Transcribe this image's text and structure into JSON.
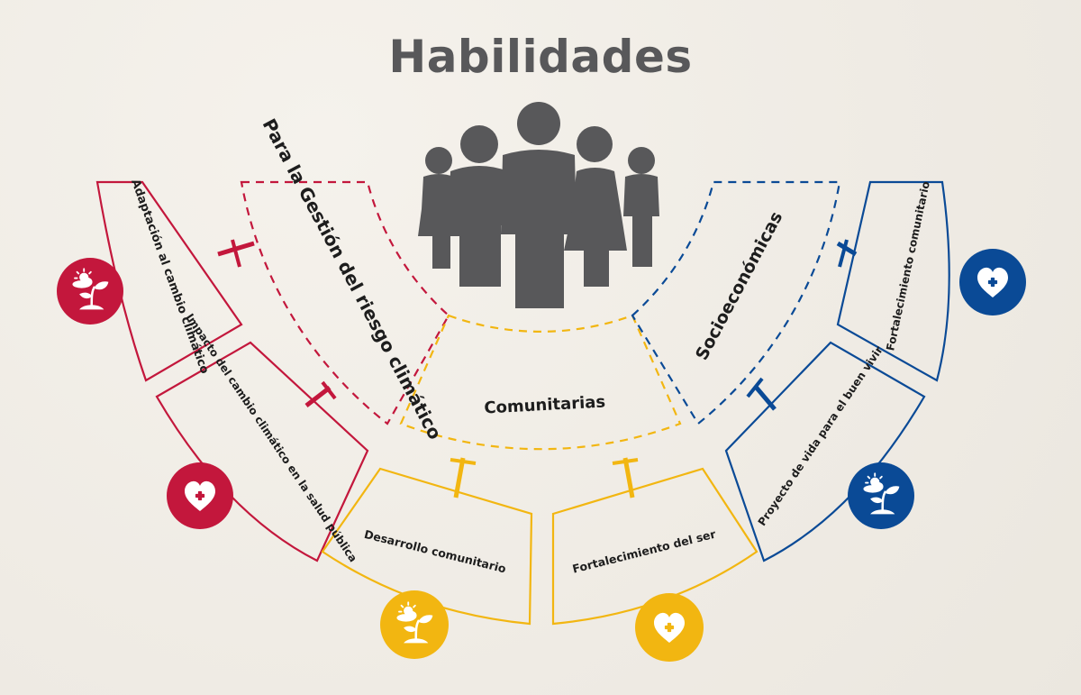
{
  "title": "Habilidades",
  "colors": {
    "red": "#c3173c",
    "yellow": "#f2b611",
    "blue": "#0a4a96",
    "gray": "#58585a",
    "background": "#f1eee8"
  },
  "categories": {
    "gestion": "Para la Gestión del riesgo climático",
    "comunitarias": "Comunitarias",
    "socioeconomicas": "Socioeconómicas"
  },
  "skills": {
    "adaptacion": "Adaptación al cambio climático",
    "impacto": "Impacto del cambio climático en la salud pública",
    "desarrollo": "Desarrollo comunitario",
    "fortalecimiento_ser": "Fortalecimiento del ser",
    "proyecto": "Proyecto de vida para el buen vivir",
    "fortalecimiento_com": "Fortalecimiento comunitario"
  },
  "icons": {
    "adaptacion": "plant-sun-icon",
    "impacto": "heart-plus-icon",
    "desarrollo": "plant-sun-icon",
    "fortalecimiento_ser": "heart-plus-icon",
    "proyecto": "plant-sun-icon",
    "fortalecimiento_com": "heart-plus-icon",
    "center": "people-group-icon"
  }
}
